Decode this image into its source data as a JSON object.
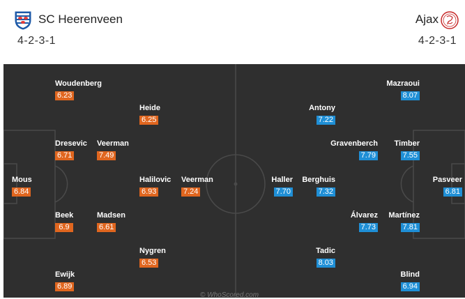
{
  "home": {
    "name": "SC Heerenveen",
    "formation": "4-2-3-1",
    "crest_icon": "heerenveen-crest-icon",
    "color": "#e0661f",
    "players": [
      {
        "name": "Woudenberg",
        "rating": "6.23"
      },
      {
        "name": "Heide",
        "rating": "6.25"
      },
      {
        "name": "Dresevic",
        "rating": "6.71"
      },
      {
        "name": "Veerman",
        "rating": "7.49"
      },
      {
        "name": "Mous",
        "rating": "6.84"
      },
      {
        "name": "Halilovic",
        "rating": "6.93"
      },
      {
        "name": "Veerman",
        "rating": "7.24"
      },
      {
        "name": "Beek",
        "rating": "6.9"
      },
      {
        "name": "Madsen",
        "rating": "6.61"
      },
      {
        "name": "Nygren",
        "rating": "6.53"
      },
      {
        "name": "Ewijk",
        "rating": "6.89"
      }
    ]
  },
  "away": {
    "name": "Ajax",
    "formation": "4-2-3-1",
    "crest_icon": "ajax-crest-icon",
    "color": "#1f8fd6",
    "players": [
      {
        "name": "Mazraoui",
        "rating": "8.07"
      },
      {
        "name": "Antony",
        "rating": "7.22"
      },
      {
        "name": "Gravenberch",
        "rating": "7.79"
      },
      {
        "name": "Timber",
        "rating": "7.55"
      },
      {
        "name": "Haller",
        "rating": "7.70"
      },
      {
        "name": "Berghuis",
        "rating": "7.32"
      },
      {
        "name": "Pasveer",
        "rating": "6.81"
      },
      {
        "name": "Álvarez",
        "rating": "7.73"
      },
      {
        "name": "Martínez",
        "rating": "7.81"
      },
      {
        "name": "Tadic",
        "rating": "8.03"
      },
      {
        "name": "Blind",
        "rating": "6.94"
      }
    ]
  },
  "watermark": "© WhoScored.com",
  "pitch_color": "#2f2f2f"
}
